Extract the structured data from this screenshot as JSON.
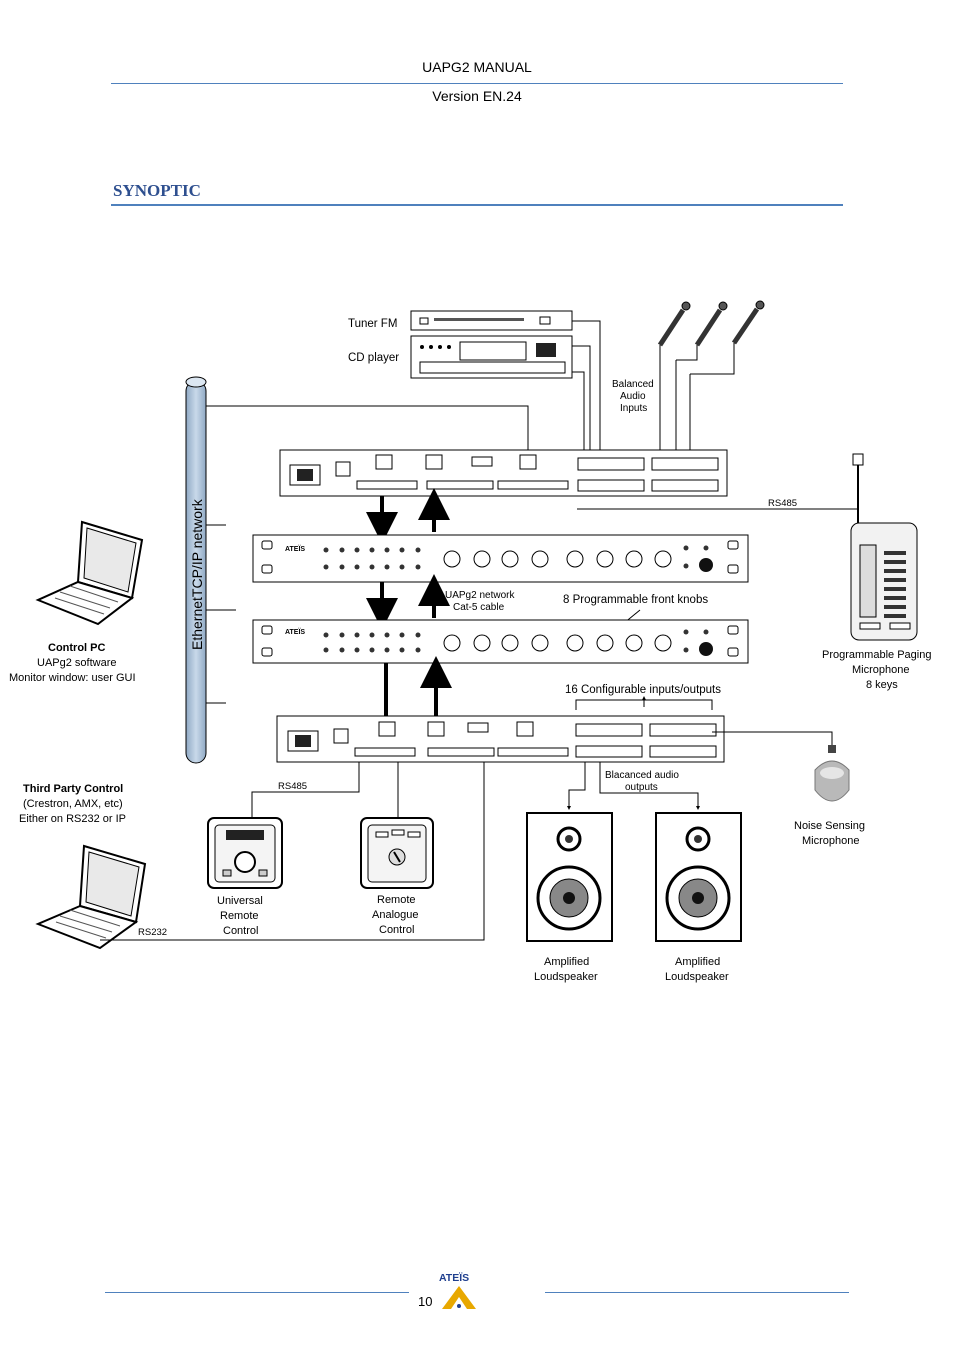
{
  "header": {
    "title": "UAPG2  MANUAL",
    "version": "Version EN.24"
  },
  "section_title": "SYNOPTIC",
  "diagram": {
    "tuner": "Tuner FM",
    "cd": "CD player",
    "balanced_inputs": [
      "Balanced",
      "Audio",
      "Inputs"
    ],
    "ethernet": "EthernetTCP/IP network",
    "control_pc": [
      "Control PC",
      "UAPg2 software",
      "Monitor window: user GUI"
    ],
    "third_party": [
      "Third Party Control",
      "(Crestron, AMX, etc)",
      "Either on RS232 or IP"
    ],
    "rs485_top": "RS485",
    "rs485_bottom": "RS485",
    "rs232": "RS232",
    "network": [
      "UAPg2 network",
      "Cat-5 cable"
    ],
    "front_knobs": "8 Programmable front knobs",
    "config_io": "16 Configurable inputs/outputs",
    "paging_mic": [
      "Programmable Paging",
      "Microphone",
      "8 keys"
    ],
    "balanced_outputs": [
      "Blacanced audio",
      "outputs"
    ],
    "noise_mic": [
      "Noise Sensing",
      "Microphone"
    ],
    "urc": [
      "Universal",
      "Remote",
      "Control"
    ],
    "rac": [
      "Remote",
      "Analogue",
      "Control"
    ],
    "speaker_left": [
      "Amplified",
      "Loudspeaker"
    ],
    "speaker_right": [
      "Amplified",
      "Loudspeaker"
    ]
  },
  "footer": {
    "page": "10",
    "brand": "ATEÏS"
  },
  "colors": {
    "rule": "#4f81bd",
    "section": "#2e4f8f",
    "pipe": "#b8cde2",
    "logo": "#e8a800",
    "logo_text": "#1f3f8f"
  }
}
